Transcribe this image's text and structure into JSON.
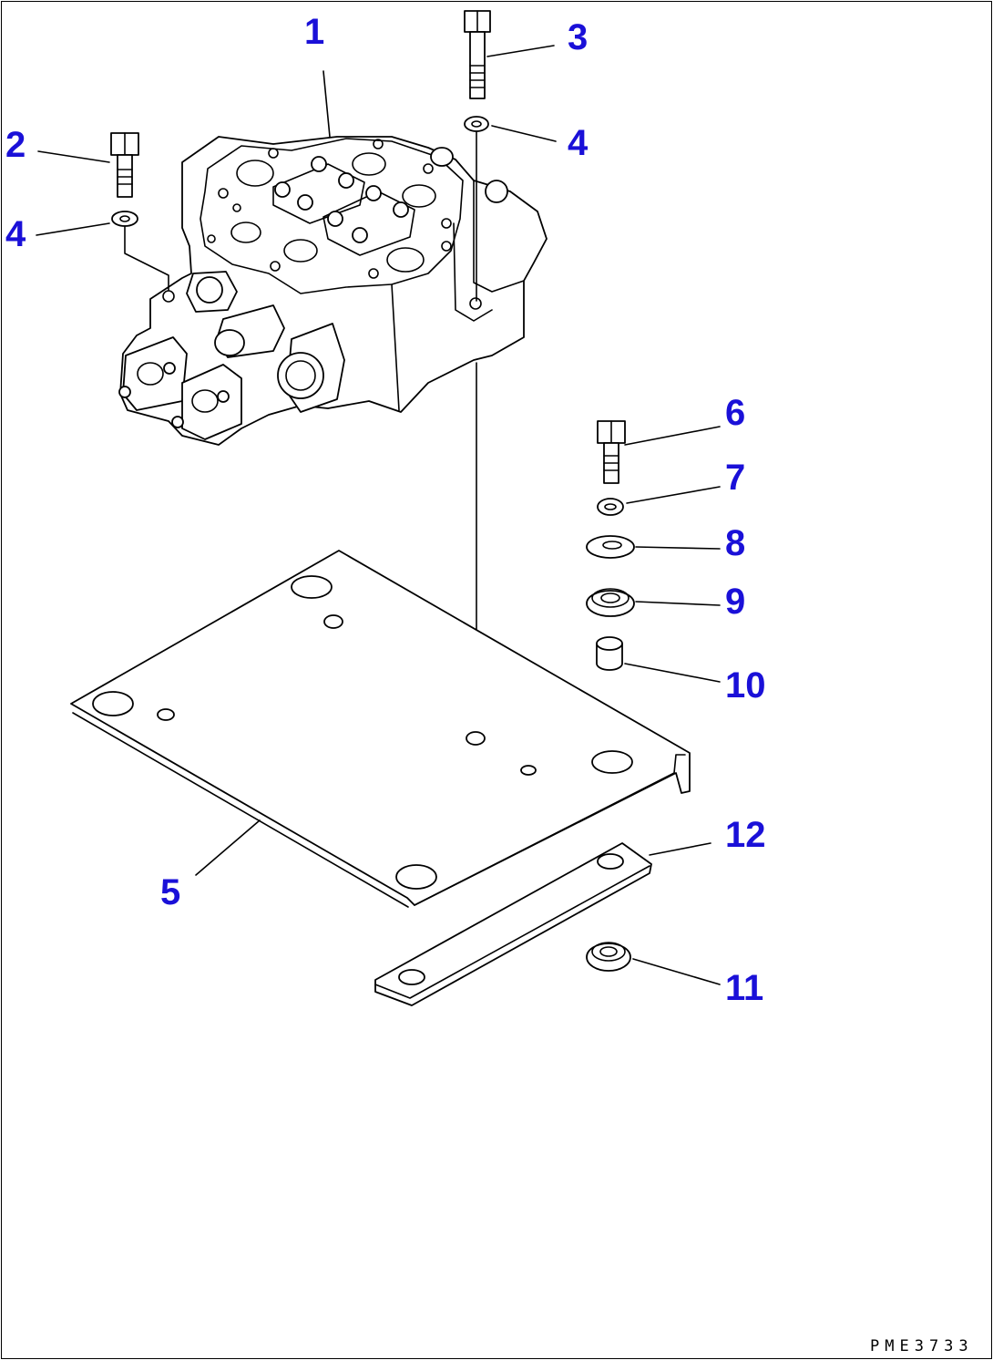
{
  "diagram": {
    "accent_color": "#1a10d8",
    "drawing_code": "PME3733",
    "callouts": [
      "1",
      "2",
      "3",
      "4",
      "4",
      "5",
      "6",
      "7",
      "8",
      "9",
      "10",
      "11",
      "12"
    ],
    "parts": [
      {
        "no": "1",
        "shape": "control-valve-assembly"
      },
      {
        "no": "2",
        "shape": "bolt"
      },
      {
        "no": "3",
        "shape": "bolt"
      },
      {
        "no": "4",
        "shape": "washer"
      },
      {
        "no": "5",
        "shape": "mounting-plate"
      },
      {
        "no": "6",
        "shape": "bolt"
      },
      {
        "no": "7",
        "shape": "washer"
      },
      {
        "no": "8",
        "shape": "washer"
      },
      {
        "no": "9",
        "shape": "cushion"
      },
      {
        "no": "10",
        "shape": "collar"
      },
      {
        "no": "11",
        "shape": "cushion"
      },
      {
        "no": "12",
        "shape": "bracket-strap"
      }
    ]
  }
}
